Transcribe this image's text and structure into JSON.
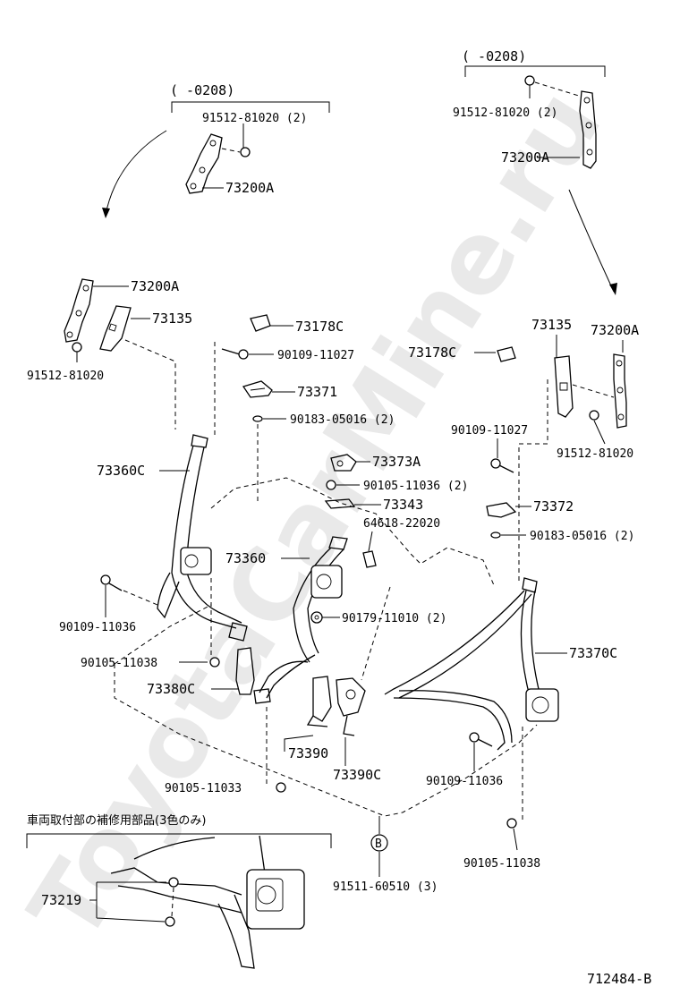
{
  "watermark": "ToyotaCarMine.ru",
  "diagram_id": "712484-B",
  "japanese_note": "車両取付部の補修用部品(3色のみ)",
  "circled_ref": "B",
  "range_left": "(      -0208)",
  "range_right": "(      -0208)",
  "parts": {
    "p91512_81020_2_left": "91512-81020 (2)",
    "p73200A_top_left": "73200A",
    "p91512_81020_2_right": "91512-81020 (2)",
    "p73200A_top_right": "73200A",
    "p73200A_left": "73200A",
    "p73135_left": "73135",
    "p91512_81020_left": "91512-81020",
    "p73178C_a": "73178C",
    "p90109_11027_a": "90109-11027",
    "p73371": "73371",
    "p90183_05016_2_a": "90183-05016 (2)",
    "p73178C_b": "73178C",
    "p73135_right": "73135",
    "p73200A_right": "73200A",
    "p91512_81020_right": "91512-81020",
    "p90109_11027_b": "90109-11027",
    "p73373A": "73373A",
    "p90105_11036_2": "90105-11036 (2)",
    "p73343": "73343",
    "p73372": "73372",
    "p64618_22020": "64618-22020",
    "p90183_05016_2_b": "90183-05016 (2)",
    "p73360C": "73360C",
    "p73360": "73360",
    "p90109_11036_a": "90109-11036",
    "p90179_11010_2": "90179-11010 (2)",
    "p90105_11038_a": "90105-11038",
    "p73370C": "73370C",
    "p73380C": "73380C",
    "p73390": "73390",
    "p73390C": "73390C",
    "p90109_11036_b": "90109-11036",
    "p90105_11033": "90105-11033",
    "p90105_11038_b": "90105-11038",
    "p91511_60510_3": "91511-60510 (3)",
    "p73219": "73219"
  }
}
